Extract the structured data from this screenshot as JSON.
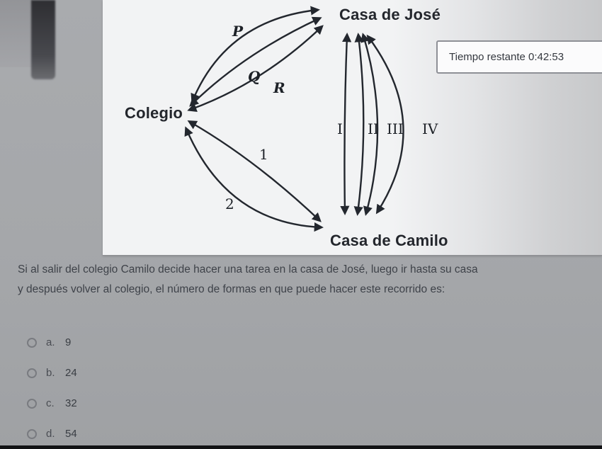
{
  "timer": {
    "text": "Tiempo restante 0:42:53"
  },
  "diagram": {
    "nodes": {
      "jose": "Casa de José",
      "colegio": "Colegio",
      "camilo": "Casa de Camilo"
    },
    "edges": {
      "p": "P",
      "q": "Q",
      "r": "R",
      "i": "I",
      "ii": "II",
      "iii": "III",
      "iv": "IV",
      "one": "1",
      "two": "2"
    }
  },
  "question": {
    "line1": "Si al salir del colegio Camilo decide hacer una tarea en la casa de José, luego ir hasta su casa",
    "line2": "y después volver al colegio, el número de formas en que puede hacer este recorrido es:"
  },
  "options": [
    {
      "letter": "a.",
      "value": "9"
    },
    {
      "letter": "b.",
      "value": "24"
    },
    {
      "letter": "c.",
      "value": "32"
    },
    {
      "letter": "d.",
      "value": "54"
    }
  ]
}
